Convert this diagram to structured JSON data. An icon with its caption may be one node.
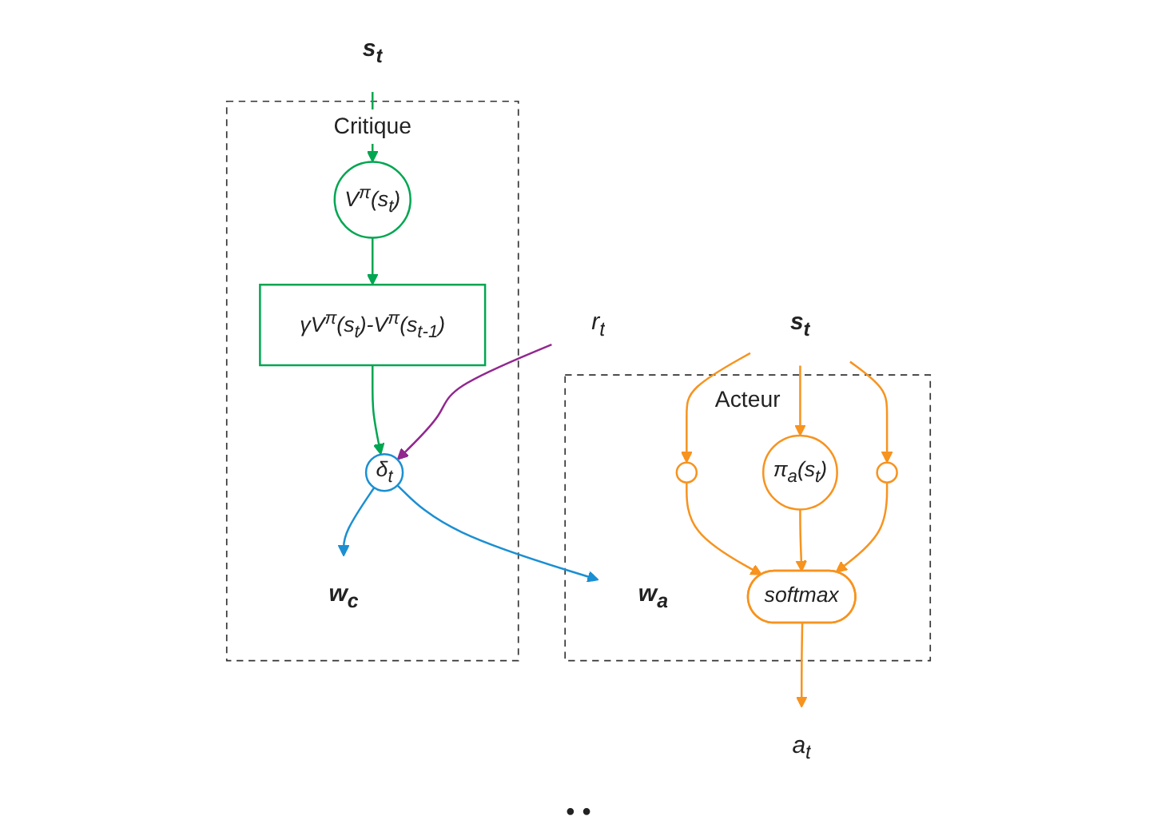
{
  "diagram": {
    "nodes": [
      {
        "text": [
          "Acteur"
        ]
      },
      {
        "text": [
          "s$_{t}$"
        ]
      },
      {
        "text": [
          "w$_{a}$"
        ],
        "in": 0
      },
      {
        "text": [],
        "shape": "circle",
        "in": 0
      },
      {
        "text": [
          "π$_{a}$(s$_{t}$)"
        ],
        "in": 0
      },
      {
        "text": [],
        "shape": "circle",
        "in": 0
      },
      {
        "text": [
          "softmax"
        ],
        "in": 0
      },
      {
        "text": [
          "a$_{t}$"
        ]
      },
      {
        "text": [
          "Critique"
        ]
      },
      {
        "text": [
          "s$_{t}$"
        ]
      },
      {
        "text": [
          "w$_{c}$"
        ],
        "in": 8
      },
      {
        "text": [
          "V$^{π}$(s$_{t}$)"
        ],
        "in": 8
      },
      {
        "text": [
          "γV$^{π}$(s$_{t}$)-V$^{π}$(s$_{t-1}$)"
        ],
        "in": 8
      },
      {
        "text": [
          "δ$_{t}$"
        ],
        "in": 8
      },
      {
        "text": [
          "r$_{t}$"
        ]
      }
    ],
    "edges": [
      {
        "from": 1,
        "to": 3,
        "arrow": "to"
      },
      {
        "from": 1,
        "to": 4,
        "arrow": "to"
      },
      {
        "from": 1,
        "to": 5,
        "arrow": "to"
      },
      {
        "from": 3,
        "to": 6,
        "arrow": "to"
      },
      {
        "from": 4,
        "to": 6,
        "arrow": "to"
      },
      {
        "from": 5,
        "to": 6,
        "arrow": "to"
      },
      {
        "from": 6,
        "to": 7,
        "arrow": "to"
      },
      {
        "from": 9,
        "to": 11,
        "arrow": "to",
        "color": "#00a651"
      },
      {
        "from": 11,
        "to": 12,
        "arrow": "to",
        "color": "#00a651"
      },
      {
        "from": 12,
        "to": 13,
        "arrow": "to",
        "color": "#00a651"
      },
      {
        "from": 13,
        "to": 2,
        "arrow": "to",
        "color": "#1b8fd2"
      },
      {
        "from": 13,
        "to": 10,
        "arrow": "to",
        "color": "#1b8fd2"
      },
      {
        "from": 14,
        "to": 13,
        "arrow": "to",
        "color": "#92278f"
      }
    ],
    "labels": [
      "• •"
    ]
  }
}
